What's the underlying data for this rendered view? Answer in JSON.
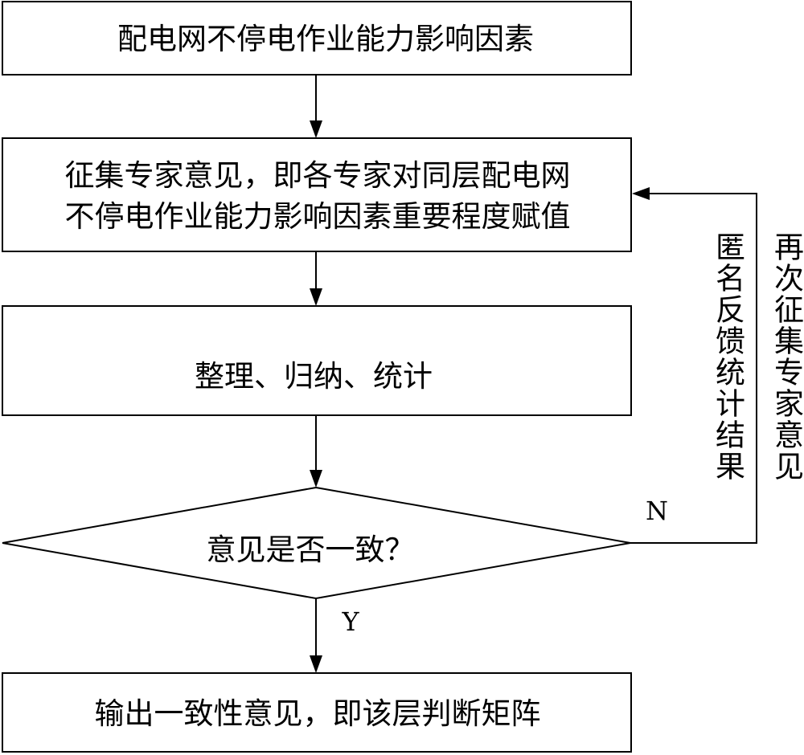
{
  "diagram": {
    "nodes": {
      "factors": {
        "label": "配电网不停电作业能力影响因素"
      },
      "collect": {
        "lines": [
          "征集专家意见，即各专家对同层配电网",
          "不停电作业能力影响因素重要程度赋值"
        ]
      },
      "organize": {
        "label": "整理、归纳、统计"
      },
      "decision": {
        "label": "意见是否一致？"
      },
      "output": {
        "label": "输出一致性意见，即该层判断矩阵"
      }
    },
    "edges": {
      "yes_label": "Y",
      "no_label": "N",
      "feedback_label": "匿名反馈统计结果",
      "recollect_label": "再次征集专家意见"
    }
  }
}
